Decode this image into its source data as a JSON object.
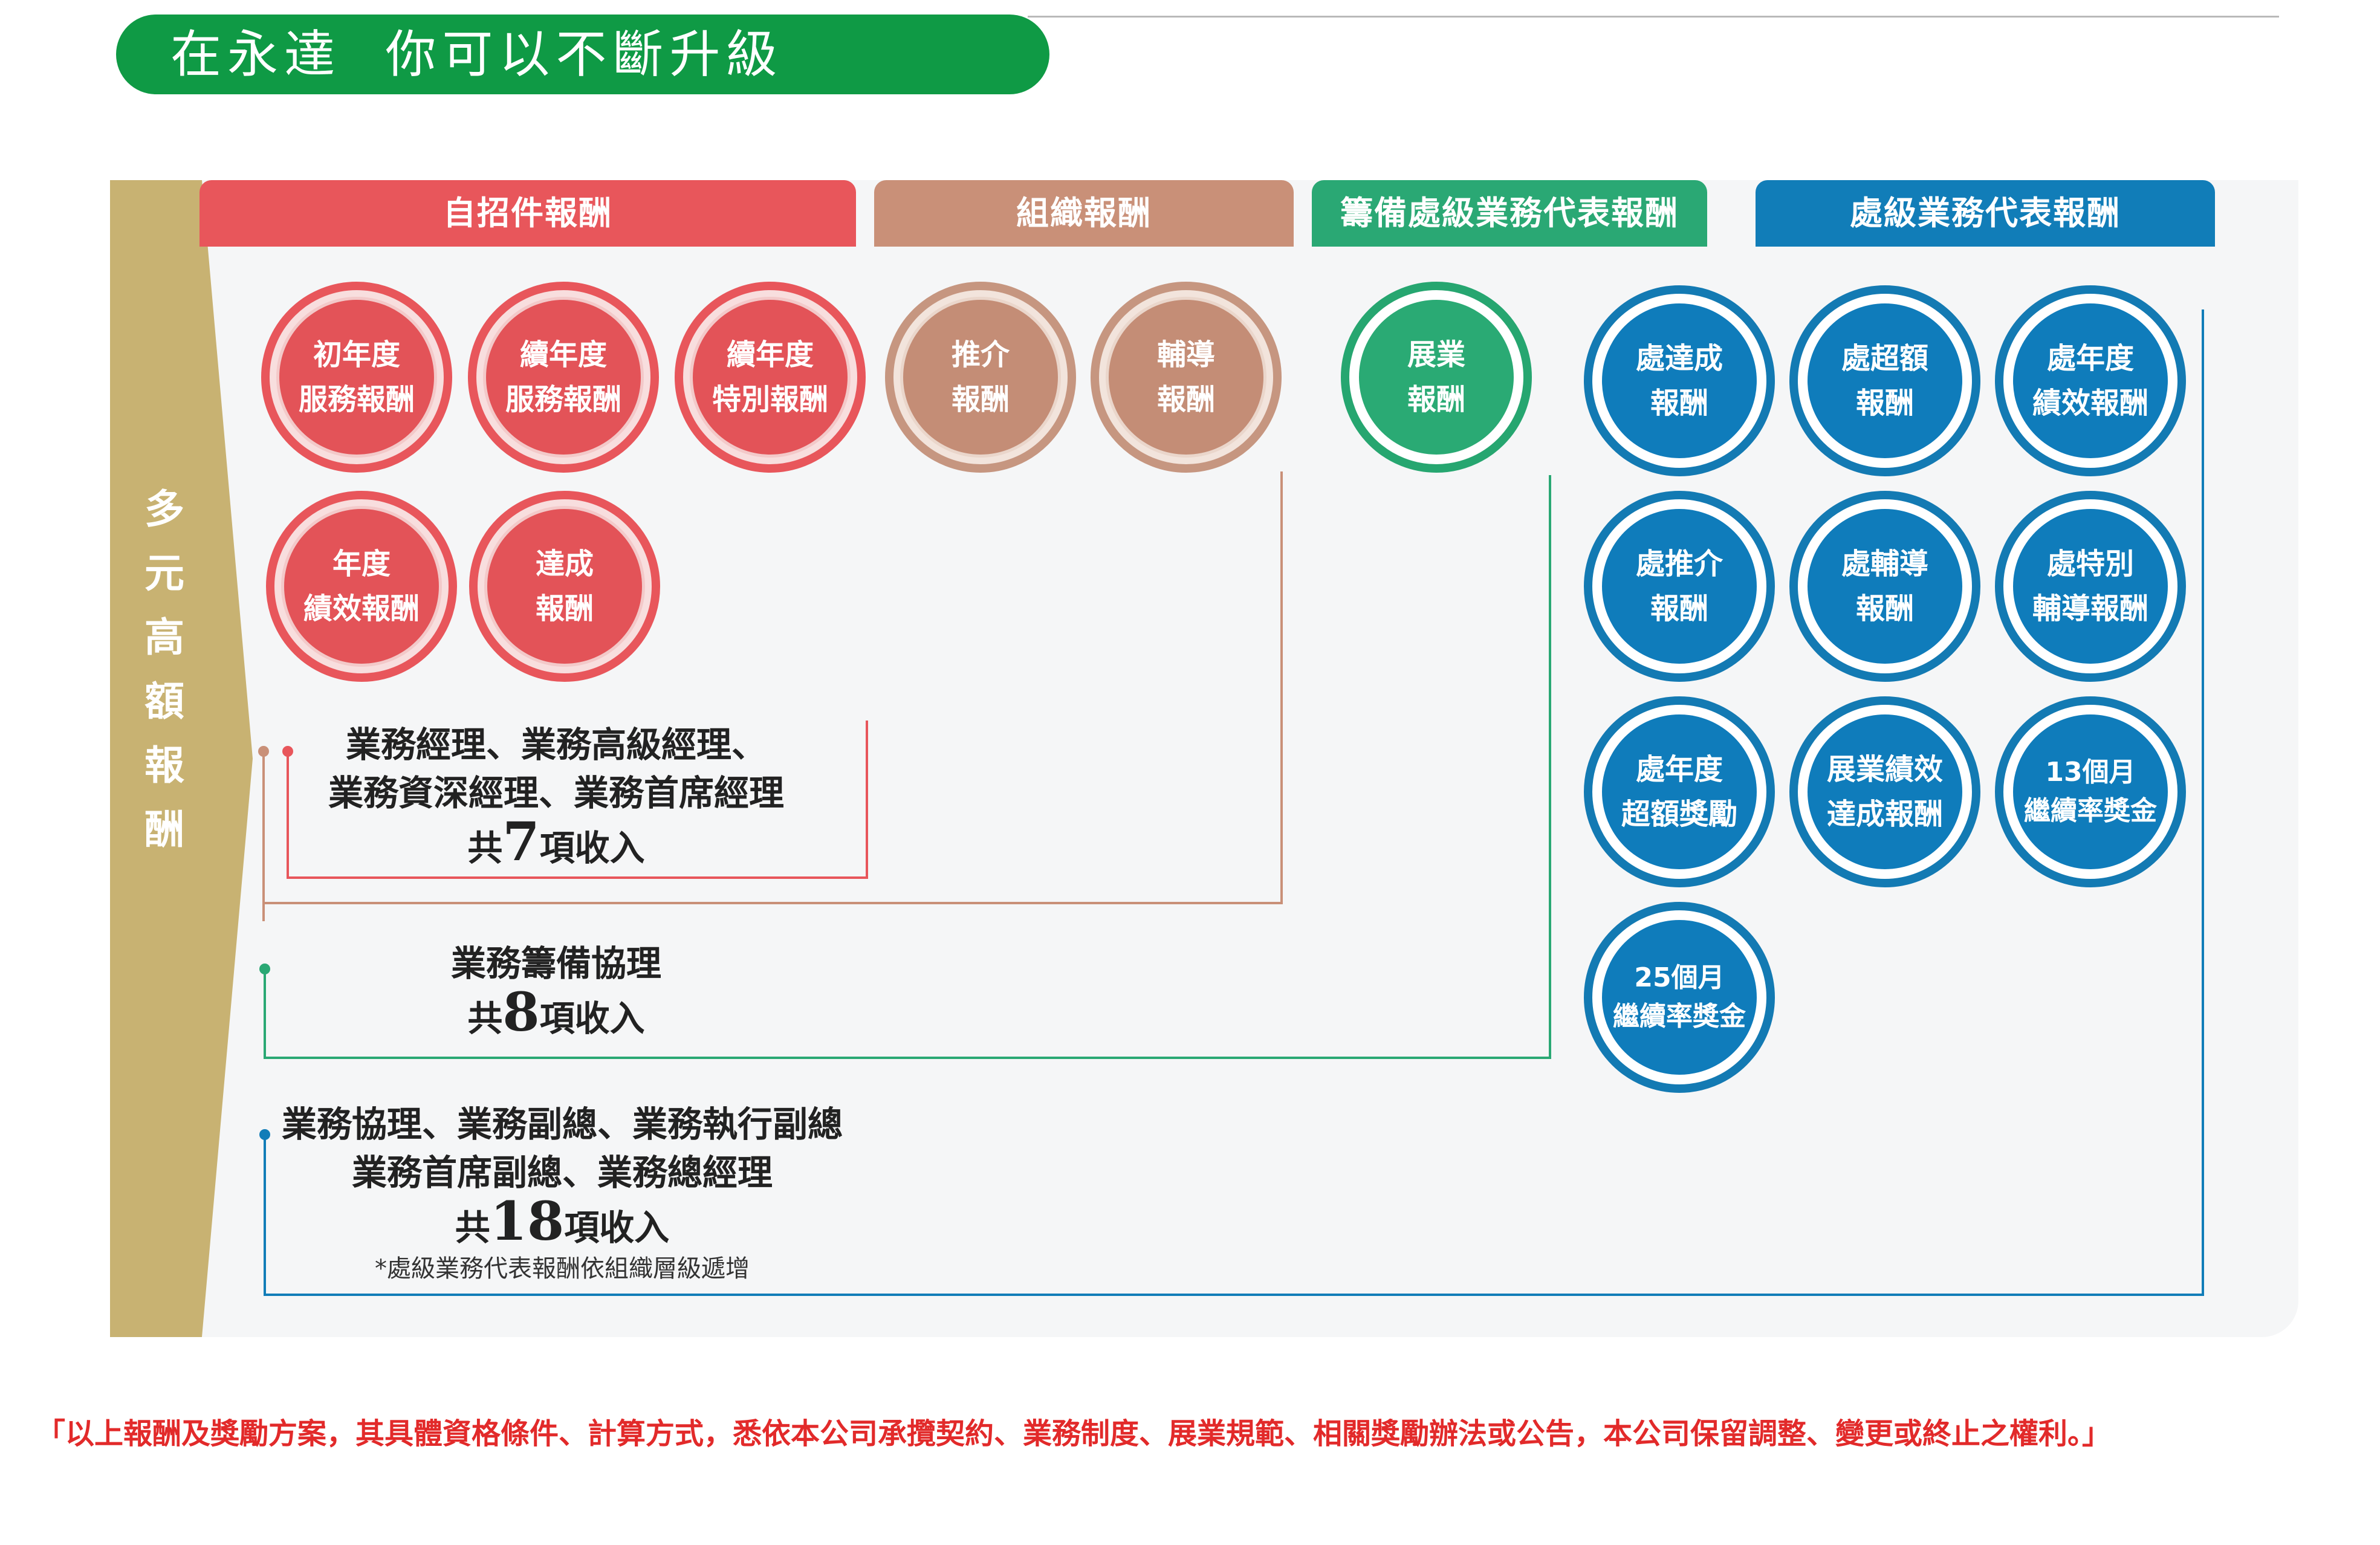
{
  "title": "在永達  你可以不斷升級",
  "side_label": [
    "多",
    "元",
    "高",
    "額",
    "報",
    "酬"
  ],
  "categories": [
    {
      "label": "自招件報酬",
      "color": "#e8565b"
    },
    {
      "label": "組織報酬",
      "color": "#c99078"
    },
    {
      "label": "籌備處級業務代表報酬",
      "color": "#2aa874"
    },
    {
      "label": "處級業務代表報酬",
      "color": "#117db8"
    }
  ],
  "red_items": [
    [
      "初年度",
      "服務報酬"
    ],
    [
      "續年度",
      "服務報酬"
    ],
    [
      "續年度",
      "特別報酬"
    ],
    [
      "年度",
      "績效報酬"
    ],
    [
      "達成",
      "報酬"
    ]
  ],
  "brown_items": [
    [
      "推介",
      "報酬"
    ],
    [
      "輔導",
      "報酬"
    ]
  ],
  "green_items": [
    [
      "展業",
      "報酬"
    ]
  ],
  "blue_items": [
    [
      "處達成",
      "報酬"
    ],
    [
      "處超額",
      "報酬"
    ],
    [
      "處年度",
      "績效報酬"
    ],
    [
      "處推介",
      "報酬"
    ],
    [
      "處輔導",
      "報酬"
    ],
    [
      "處特別",
      "輔導報酬"
    ],
    [
      "處年度",
      "超額獎勵"
    ],
    [
      "展業績效",
      "達成報酬"
    ],
    [
      "13個月",
      "繼續率獎金"
    ],
    [
      "25個月",
      "繼續率獎金"
    ]
  ],
  "groups": {
    "manager": {
      "line1": "業務經理、業務高級經理、",
      "line2": "業務資深經理、業務首席經理",
      "prefix": "共",
      "count": "7",
      "suffix": "項收入"
    },
    "prep": {
      "line1": "業務籌備協理",
      "prefix": "共",
      "count": "8",
      "suffix": "項收入"
    },
    "director": {
      "line1": "業務協理、業務副總、業務執行副總",
      "line2": "業務首席副總、業務總經理",
      "prefix": "共",
      "count": "18",
      "suffix": "項收入",
      "note": "*處級業務代表報酬依組織層級遞增"
    }
  },
  "disclaimer": "「以上報酬及獎勵方案，其具體資格條件、計算方式，悉依本公司承攬契約、業務制度、展業規範、相關獎勵辦法或公告，本公司保留調整、變更或終止之權利。」"
}
